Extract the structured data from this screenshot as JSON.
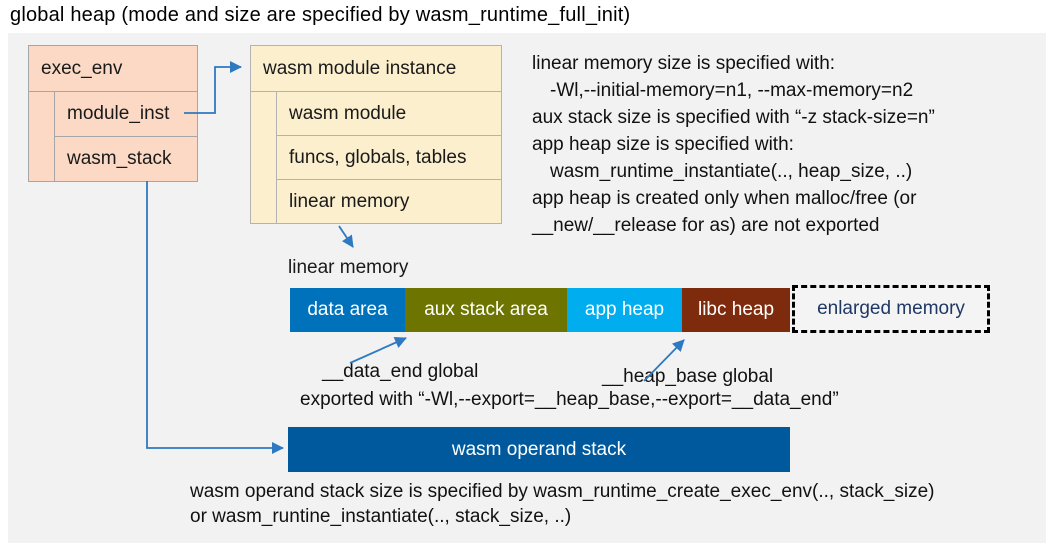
{
  "title": "global heap (mode and size are specified by wasm_runtime_full_init)",
  "exec_env": {
    "header": "exec_env",
    "rows": [
      "module_inst",
      "wasm_stack"
    ]
  },
  "module_instance": {
    "header": "wasm module instance",
    "rows": [
      "wasm module",
      "funcs, globals, tables",
      "linear memory"
    ]
  },
  "notes": {
    "lines": [
      {
        "text": "linear memory size is specified with:"
      },
      {
        "text": "-Wl,--initial-memory=n1, --max-memory=n2"
      },
      {
        "text": "aux stack size is specified with “-z stack-size=n”"
      },
      {
        "text": "app heap size is specified with:"
      },
      {
        "text": "wasm_runtime_instantiate(.., heap_size, ..)"
      },
      {
        "text": "app heap is created only when malloc/free (or"
      },
      {
        "text": "__new/__release for as) are not exported"
      }
    ]
  },
  "linear_memory": {
    "label": "linear memory",
    "segments": [
      {
        "label": "data area",
        "color": "#0072BC"
      },
      {
        "label": "aux stack area",
        "color": "#6D7500"
      },
      {
        "label": "app heap",
        "color": "#00AEEF"
      },
      {
        "label": "libc heap",
        "color": "#7E2A0C"
      },
      {
        "label": "enlarged memory",
        "color": "#F4F4F4",
        "text_color": "#1F3864",
        "border": "dashed"
      }
    ]
  },
  "annotations": {
    "data_end": "__data_end global",
    "heap_base": "__heap_base global",
    "exported": "exported with “-Wl,--export=__heap_base,--export=__data_end”"
  },
  "operand_stack": {
    "label": "wasm operand stack",
    "color": "#00599C"
  },
  "footer": {
    "lines": [
      "wasm operand stack size is specified by wasm_runtime_create_exec_env(.., stack_size)",
      "or wasm_runtine_instantiate(.., stack_size, ..)"
    ]
  },
  "colors": {
    "panel_background": "#F2F2F2",
    "exec_env_fill": "#FBD9C5",
    "module_instance_fill": "#FCEFCE",
    "box_border": "#A6A6A6",
    "connector_blue": "#2E79C0"
  }
}
